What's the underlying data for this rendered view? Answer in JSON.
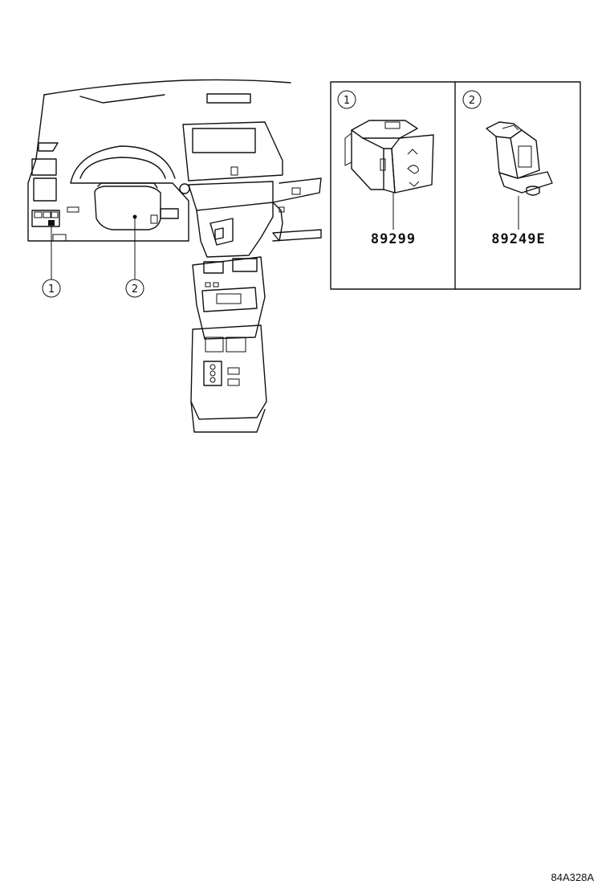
{
  "callouts": [
    {
      "number": "1",
      "part_number": "89299"
    },
    {
      "number": "2",
      "part_number": "89249E"
    }
  ],
  "illustration_code": "84A328A",
  "icons": [
    "dashboard-overview-drawing",
    "switch-89299-drawing",
    "switch-89249E-drawing"
  ]
}
